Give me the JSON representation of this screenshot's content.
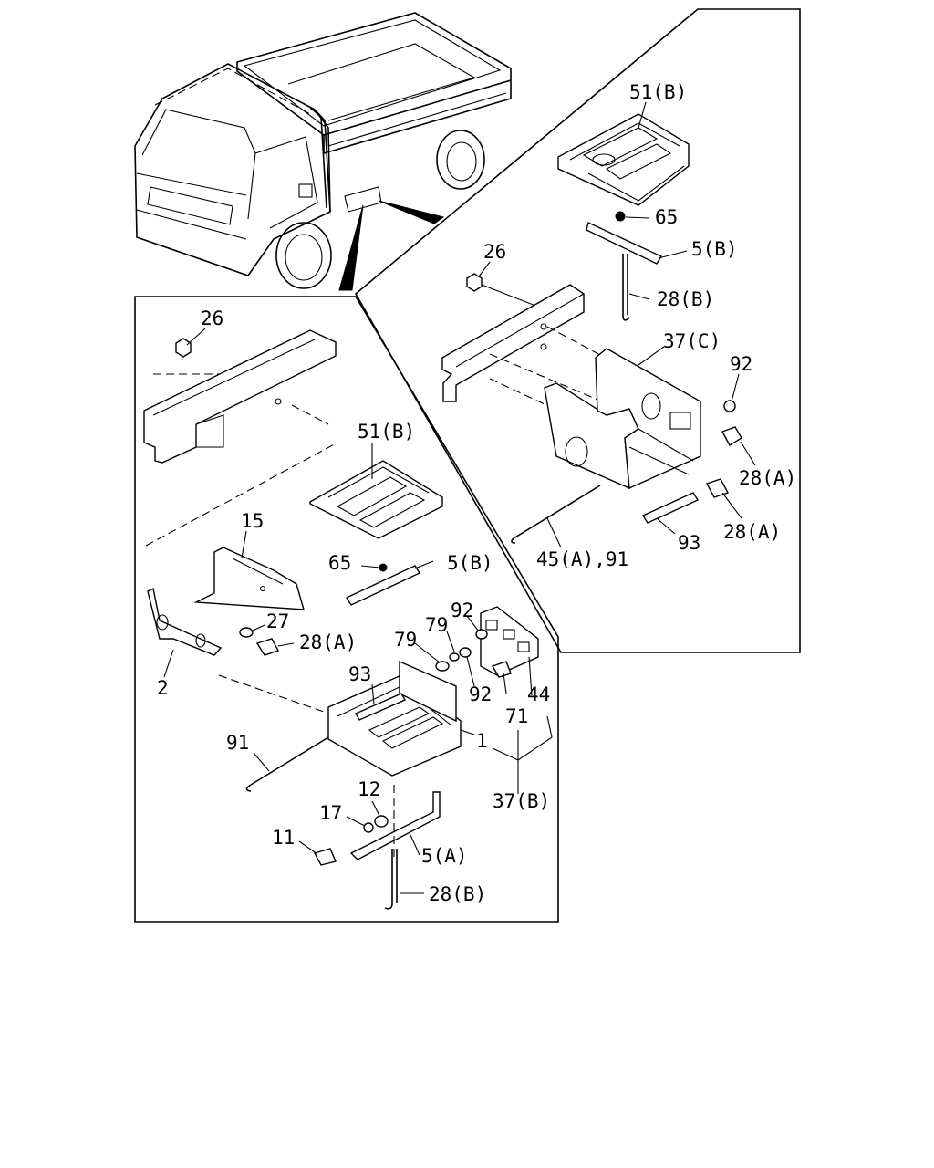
{
  "callouts": {
    "top_51b": "51(B)",
    "top_65": "65",
    "top_5b": "5(B)",
    "top_26": "26",
    "top_28b": "28(B)",
    "top_37c": "37(C)",
    "top_92": "92",
    "top_28a_1": "28(A)",
    "top_28a_2": "28(A)",
    "top_93": "93",
    "top_45a_91": "45(A),91",
    "bot_26": "26",
    "bot_51b": "51(B)",
    "bot_15": "15",
    "bot_65": "65",
    "bot_5b": "5(B)",
    "bot_27": "27",
    "bot_28a": "28(A)",
    "bot_2": "2",
    "bot_92_top": "92",
    "bot_79_top": "79",
    "bot_79": "79",
    "bot_93": "93",
    "bot_92": "92",
    "bot_44": "44",
    "bot_71": "71",
    "bot_91": "91",
    "bot_1": "1",
    "bot_37b": "37(B)",
    "bot_12": "12",
    "bot_17": "17",
    "bot_11": "11",
    "bot_5a": "5(A)",
    "bot_28b": "28(B)"
  },
  "icons": {
    "truck": "truck-illustration",
    "battery_tray": "battery-tray",
    "frame_rail": "frame-rail",
    "nut": "nut-icon",
    "bolt": "bolt-icon",
    "washer": "washer-icon",
    "hook_rod": "hook-rod"
  }
}
